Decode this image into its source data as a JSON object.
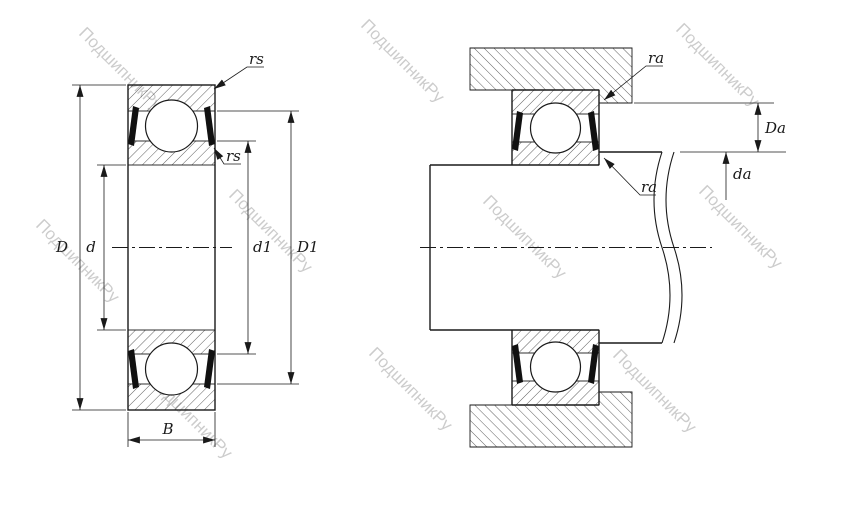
{
  "watermark": {
    "text": "ПодшипникРу",
    "color": "#9a9a9a"
  },
  "drawing": {
    "ink": "#1a1a1a",
    "background": "#ffffff",
    "left_view": {
      "labels": {
        "rs_outer": "rs",
        "rs_inner": "rs",
        "D": "D",
        "d": "d",
        "d1": "d1",
        "D1": "D1",
        "B": "B"
      }
    },
    "right_view": {
      "labels": {
        "ra_housing": "ra",
        "ra_shaft": "ra",
        "Da": "Da",
        "da": "da"
      }
    }
  }
}
